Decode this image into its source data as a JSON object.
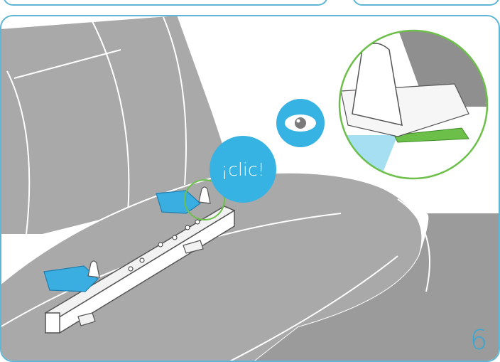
{
  "illustration": {
    "click_text": "¡clic!",
    "step_number": "6",
    "icons": {
      "eye": "eye-icon",
      "magnifier": "zoom-circle"
    },
    "colors": {
      "frame": "#5fb6d4",
      "bubble": "#36b3e3",
      "seat": "#a9a9a9",
      "seat_dark": "#8f8f8f",
      "latch_blue": "#3aaee0",
      "indicator_green": "#6cc04a"
    }
  }
}
